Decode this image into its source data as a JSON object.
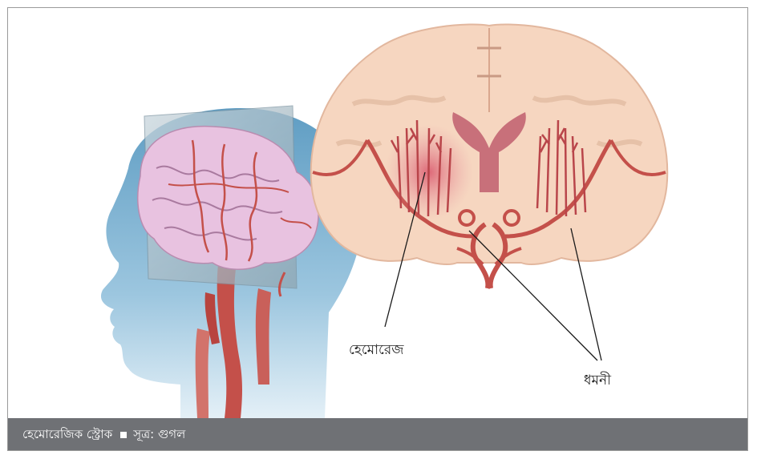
{
  "figure": {
    "labels": {
      "hemorrhage": "হেমোরেজ",
      "artery": "ধমনী"
    }
  },
  "caption": {
    "title": "হেমোরেজিক স্ট্রোক",
    "source": "সূত্র: গুগল"
  },
  "colors": {
    "caption_bar": "#6f7175",
    "artery": "#c4504a",
    "brain_tissue": "#f6d6c0",
    "head_silhouette": "#7eb1cf"
  }
}
